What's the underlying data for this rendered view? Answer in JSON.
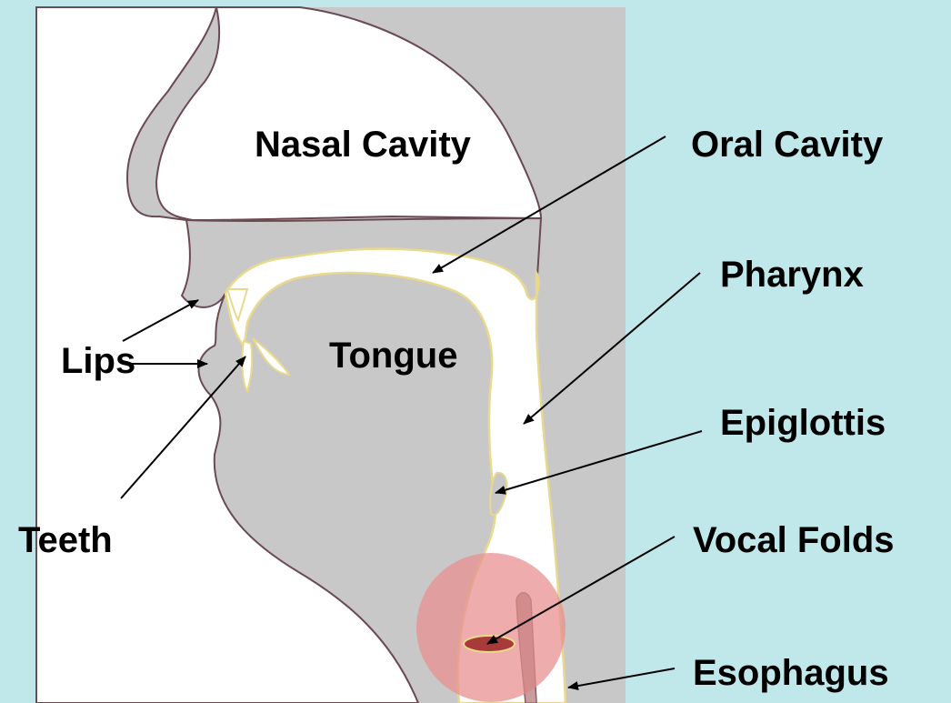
{
  "colors": {
    "background": "#c0e8ea",
    "tissue": "#c8c8c8",
    "outline": "#6b4a52",
    "airway_edge": "#e8d98c",
    "highlight": "#e89090",
    "vocal_folds": "#a83a3a"
  },
  "labels": {
    "nasal_cavity": "Nasal Cavity",
    "oral_cavity": "Oral Cavity",
    "pharynx": "Pharynx",
    "lips": "Lips",
    "tongue": "Tongue",
    "epiglottis": "Epiglottis",
    "teeth": "Teeth",
    "vocal_folds": "Vocal Folds",
    "esophagus": "Esophagus"
  }
}
